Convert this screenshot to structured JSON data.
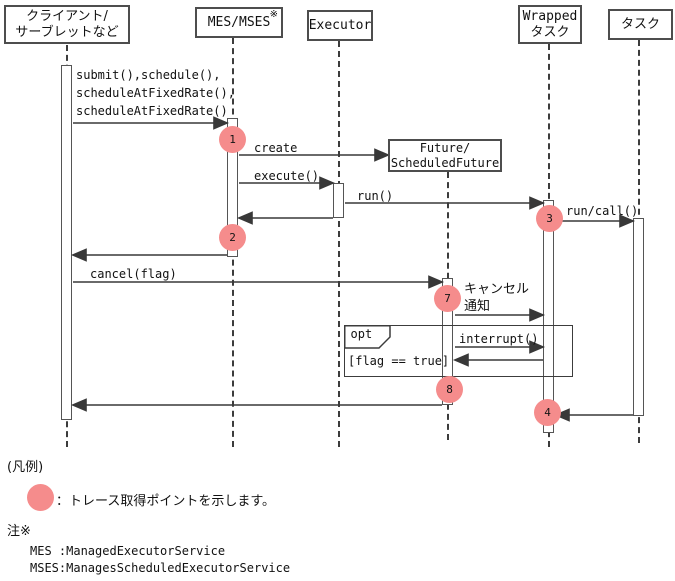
{
  "participants": {
    "client": {
      "line1": "クライアント/",
      "line2": "サーブレットなど"
    },
    "mes": {
      "label": "MES/MSES",
      "note_mark": "※"
    },
    "executor": {
      "label": "Executor"
    },
    "wrapped_task": {
      "line1": "Wrapped",
      "line2": "タスク"
    },
    "task": {
      "label": "タスク"
    },
    "future": {
      "line1": "Future/",
      "line2": "ScheduledFuture"
    }
  },
  "messages": {
    "submit": {
      "line1": "submit(),schedule(),",
      "line2": "scheduleAtFixedRate(),",
      "line3": "scheduleAtFixedRate()"
    },
    "create": "create",
    "execute": "execute()",
    "run": "run()",
    "run_call": "run/call()",
    "cancel": "cancel(flag)",
    "cancel_notify": {
      "line1": "キャンセル",
      "line2": "通知"
    },
    "interrupt": "interrupt()"
  },
  "opt_fragment": {
    "operator": "opt",
    "guard": "[flag == true]"
  },
  "trace_points": {
    "p1": "1",
    "p2": "2",
    "p3": "3",
    "p4": "4",
    "p7": "7",
    "p8": "8"
  },
  "legend": {
    "heading": "(凡例)",
    "description": "：トレース取得ポイントを示します。"
  },
  "notes": {
    "heading": "注※",
    "mes": "MES :ManagedExecutorService",
    "mses": "MSES:ManagesScheduledExecutorService"
  },
  "colors": {
    "trace_point": "#f58c8c",
    "line": "#3a3a3a",
    "box_border": "#4d4d4d"
  }
}
